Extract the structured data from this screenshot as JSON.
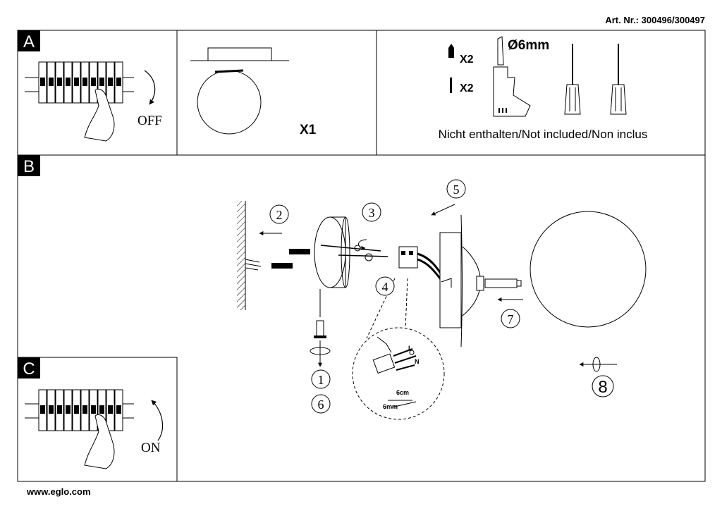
{
  "header": {
    "article_number": "Art. Nr.: 300496/300497"
  },
  "footer": {
    "website": "www.eglo.com"
  },
  "sections": {
    "a": {
      "label": "A",
      "switch_state": "OFF",
      "quantity": "X1"
    },
    "b": {
      "label": "B"
    },
    "c": {
      "label": "C",
      "switch_state": "ON"
    }
  },
  "tools": {
    "dowel_count": "X2",
    "screw_count": "X2",
    "drill_size": "Ø6mm",
    "note": "Nicht enthalten/Not included/Non inclus"
  },
  "steps": [
    "1",
    "2",
    "3",
    "4",
    "5",
    "6",
    "7",
    "8"
  ],
  "wiring": {
    "terminal_l": "L",
    "terminal_n": "N",
    "strip_length": "6cm",
    "strip_end": "6mm"
  }
}
